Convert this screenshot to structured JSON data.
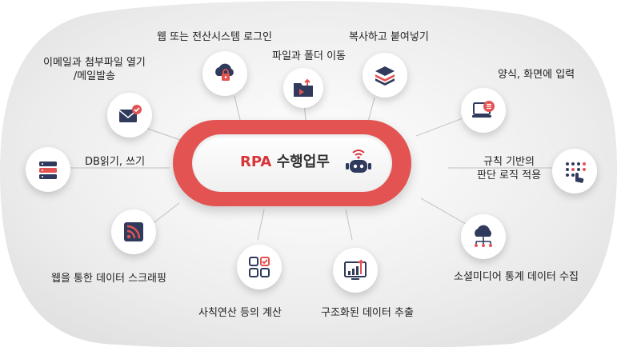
{
  "center": {
    "prefix": "RPA",
    "title": "수행업무"
  },
  "tasks": [
    {
      "label": "웹 또는 전산시스템 로그인",
      "icon": "cloud-lock-icon"
    },
    {
      "label": "파일과 폴더 이동",
      "icon": "folder-move-icon"
    },
    {
      "label": "복사하고 붙여넣기",
      "icon": "layers-icon"
    },
    {
      "label": "양식, 화면에 입력",
      "icon": "laptop-form-icon"
    },
    {
      "label_line1": "규칙 기반의",
      "label_line2": "판단 로직 적용",
      "icon": "grid-touch-icon"
    },
    {
      "label": "소셜미디어 통계 데이터 수집",
      "icon": "cloud-network-icon"
    },
    {
      "label": "구조화된 데이터 추출",
      "icon": "chart-monitor-icon"
    },
    {
      "label": "사칙연산 등의 계산",
      "icon": "calculator-icon"
    },
    {
      "label": "웹을 통한 데이터 스크래핑",
      "icon": "rss-icon"
    },
    {
      "label": "DB읽기, 쓰기",
      "icon": "database-icon"
    },
    {
      "label_line1": "이메일과 첨부파일 열기",
      "label_line2": "/메일발송",
      "icon": "mail-check-icon"
    }
  ],
  "colors": {
    "accent": "#e35352",
    "navy": "#2f3a5c",
    "background": "#e8e8e8"
  }
}
